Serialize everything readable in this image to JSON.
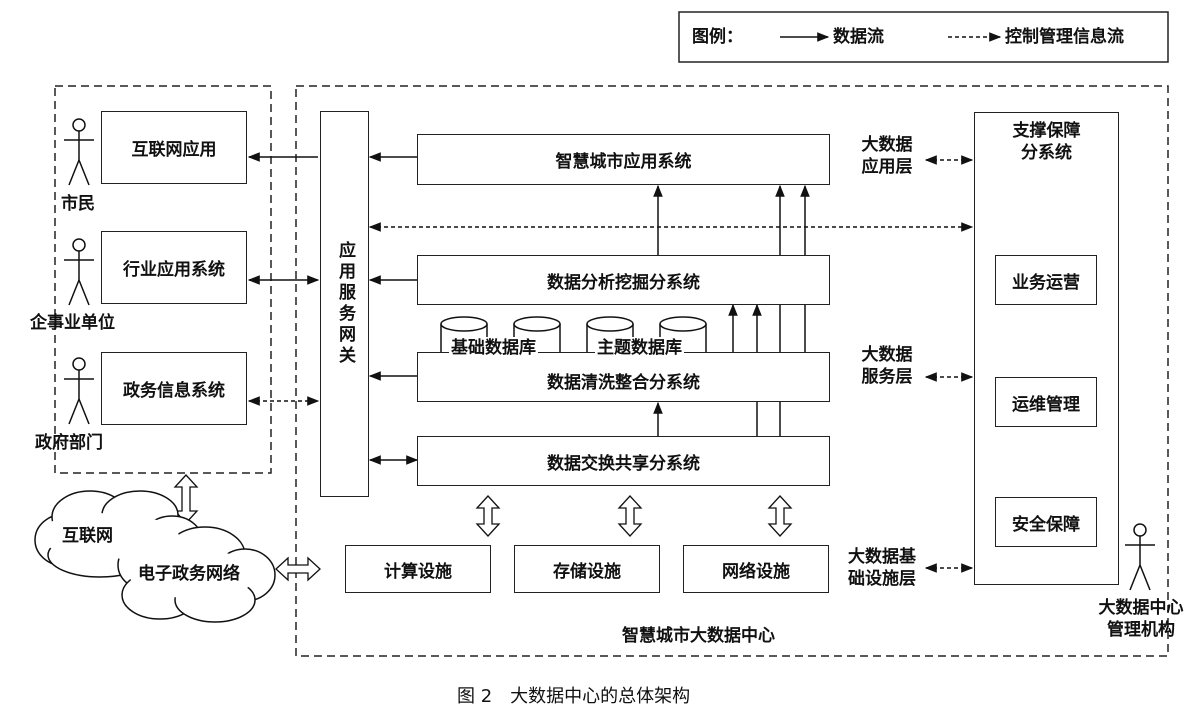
{
  "legend": {
    "title": "图例：",
    "data_flow": "数据流",
    "control_flow": "控制管理信息流"
  },
  "actors": {
    "citizen": "市民",
    "enterprise": "企事业单位",
    "government": "政府部门",
    "manager_line1": "大数据中心",
    "manager_line2": "管理机构"
  },
  "left_apps": {
    "internet_app": "互联网应用",
    "industry_app": "行业应用系统",
    "gov_info": "政务信息系统"
  },
  "gateway": "应用服务网关",
  "systems": {
    "smart_city_app": "智慧城市应用系统",
    "analysis": "数据分析挖掘分系统",
    "cleaning": "数据清洗整合分系统",
    "exchange": "数据交换共享分系统",
    "base_db": "基础数据库",
    "topic_db": "主题数据库"
  },
  "infrastructure": {
    "compute": "计算设施",
    "storage": "存储设施",
    "network": "网络设施"
  },
  "layers": {
    "app_layer_1": "大数据",
    "app_layer_2": "应用层",
    "service_layer_1": "大数据",
    "service_layer_2": "服务层",
    "infra_layer_1": "大数据基",
    "infra_layer_2": "础设施层"
  },
  "support": {
    "title_1": "支撑保障",
    "title_2": "分系统",
    "operations": "业务运营",
    "maintenance": "运维管理",
    "security": "安全保障"
  },
  "clouds": {
    "internet": "互联网",
    "egov_network": "电子政务网络"
  },
  "center_label": "智慧城市大数据中心",
  "caption": "图 2　大数据中心的总体架构"
}
